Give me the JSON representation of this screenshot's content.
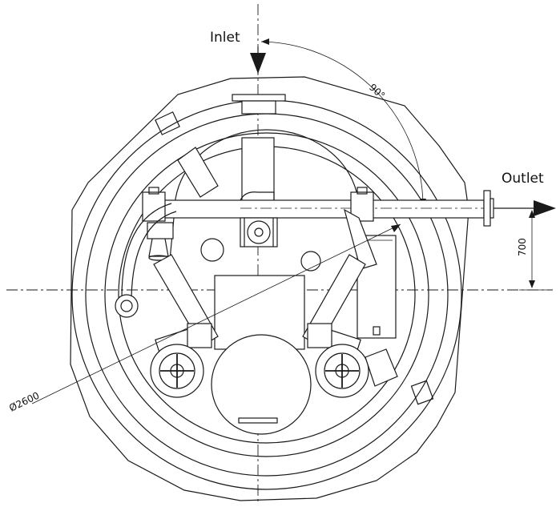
{
  "labels": {
    "inlet": "Inlet",
    "outlet": "Outlet",
    "angle": "90°",
    "height": "700",
    "diameter": "Ø2600"
  },
  "colors": {
    "line": "#1a1a1a",
    "background": "#ffffff"
  }
}
